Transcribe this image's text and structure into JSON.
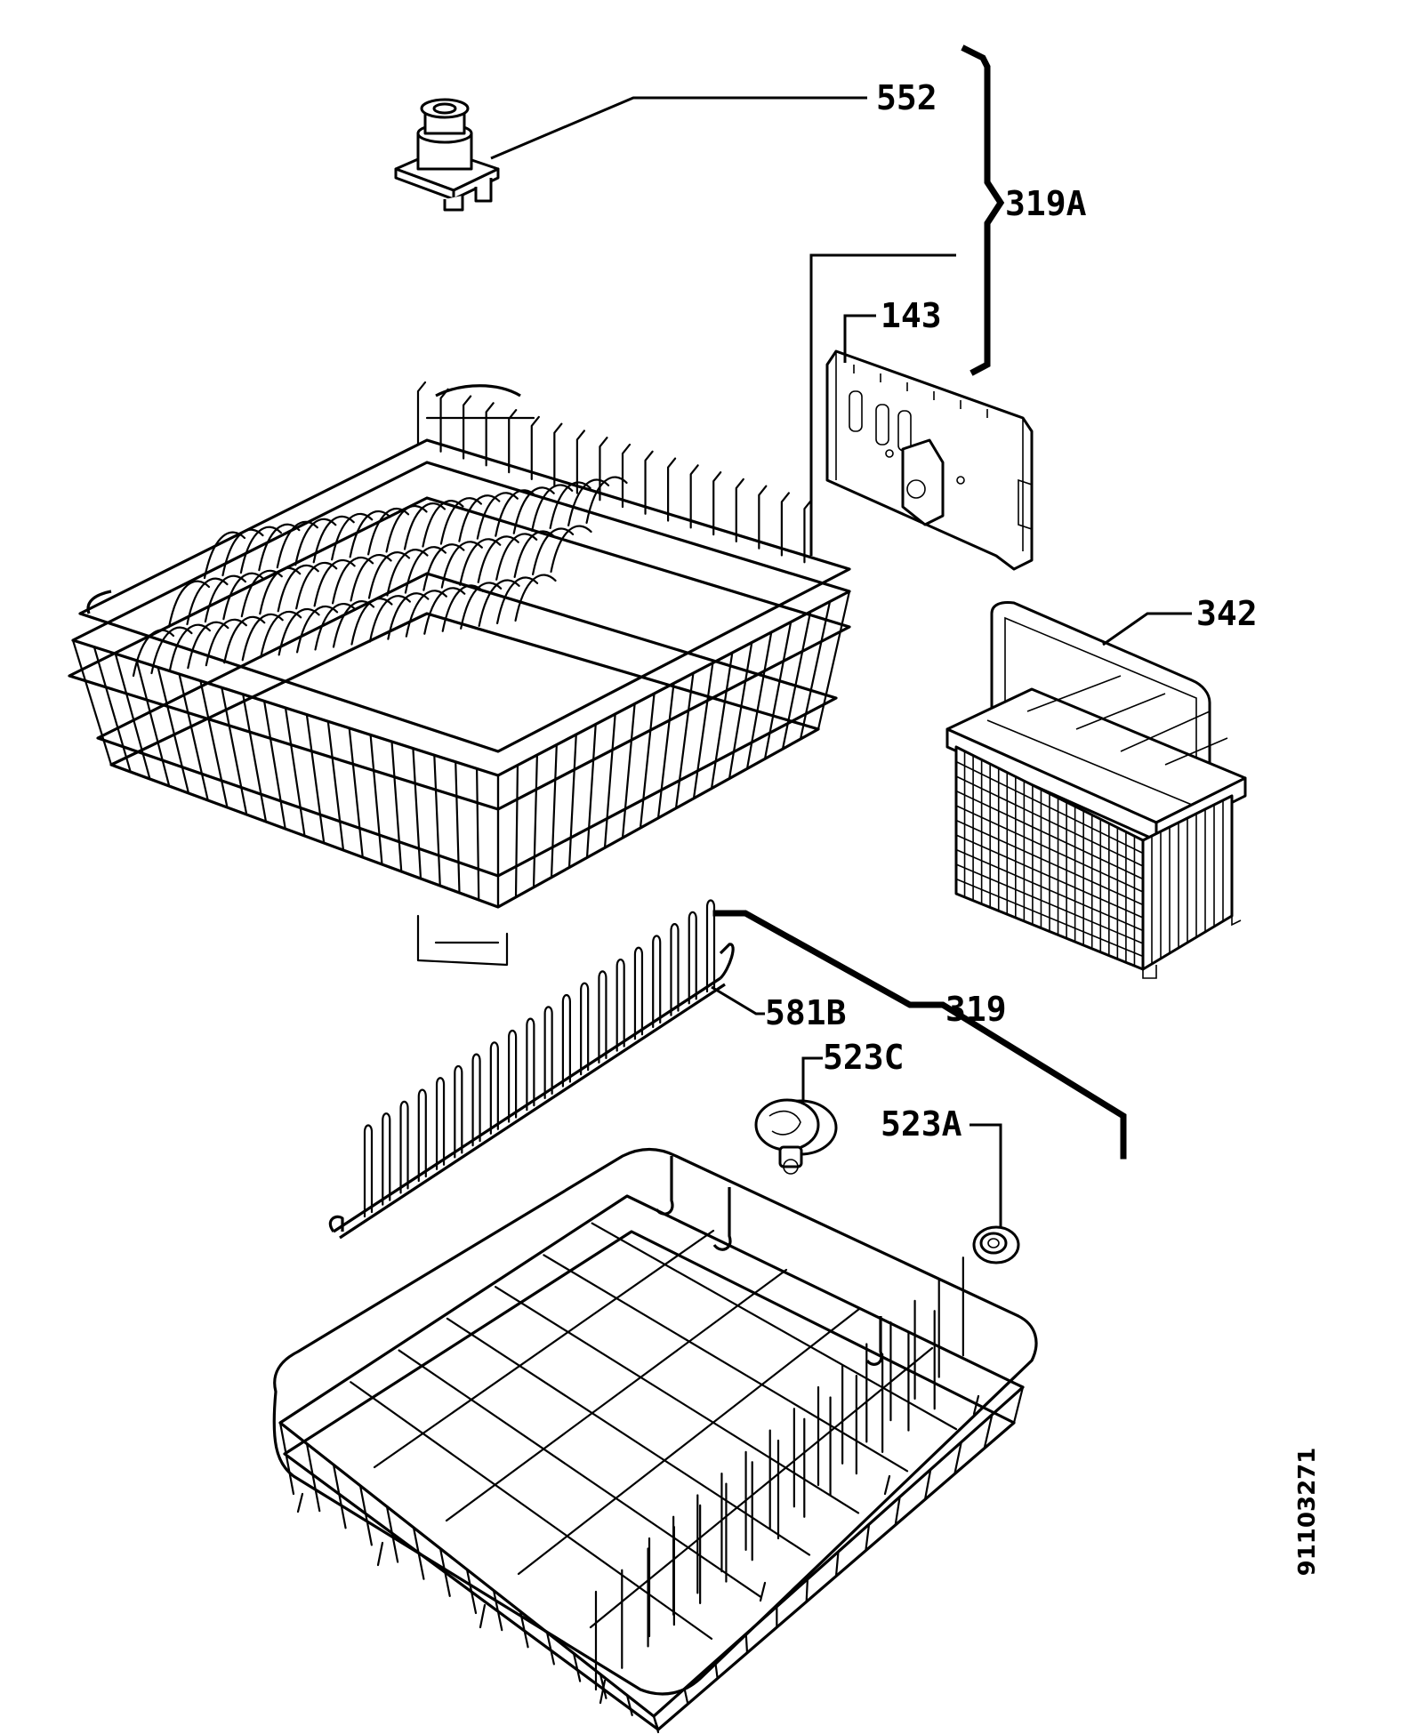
{
  "labels": {
    "p552": "552",
    "p319A": "319A",
    "p143": "143",
    "p342": "342",
    "p581B": "581B",
    "p319": "319",
    "p523C": "523C",
    "p523A": "523A"
  },
  "doc_number": "91103271",
  "icons": {
    "upper_basket": "wire-rack-icon",
    "lower_basket": "wire-rack-icon",
    "cutlery_basket": "cutlery-basket-icon",
    "rail_bracket": "bracket-plate-icon",
    "roller_552": "roller-wheel-icon",
    "wheel_523C": "wheel-icon",
    "nut_523A": "nut-icon",
    "tine_row_581B": "tine-row-icon"
  },
  "colors": {
    "ink": "#000000",
    "paper": "#ffffff"
  }
}
